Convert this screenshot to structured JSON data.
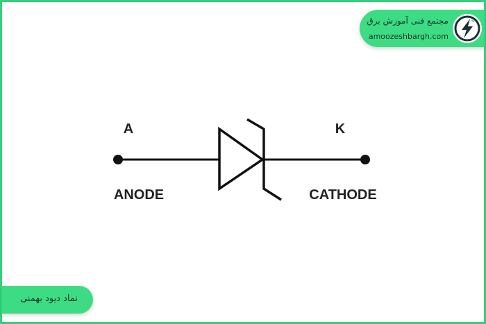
{
  "brand": {
    "name": "مجتمع فنی آموزش برق",
    "url": "amoozeshbargh.com",
    "logo_icon": "lightning-bolt-icon",
    "accent_color": "#3ddc84"
  },
  "caption": {
    "text": "نماد دیود بهمنی"
  },
  "diagram": {
    "anode_letter": "A",
    "cathode_letter": "K",
    "anode_label": "ANODE",
    "cathode_label": "CATHODE",
    "symbol_icon": "avalanche-diode-symbol-icon",
    "line_color": "#111111"
  }
}
